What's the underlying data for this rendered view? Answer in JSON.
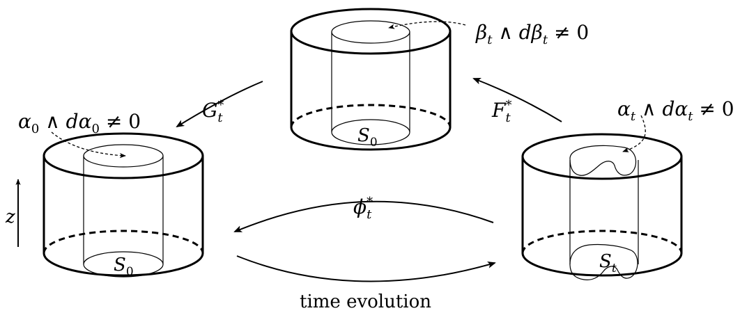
{
  "labels": {
    "beta_condition": "βt ∧ dβt ≠ 0",
    "alpha0_condition": "α0 ∧ dα0 ≠ 0",
    "alphat_condition": "αt ∧ dαt ≠ 0",
    "G_pullback": "G*t",
    "F_pullback": "F*t",
    "phi_pullback": "ϕ*t",
    "time_evolution": "time evolution",
    "z_axis": "z",
    "S0_top": "S0",
    "S0_left": "S0",
    "St_right": "St"
  }
}
